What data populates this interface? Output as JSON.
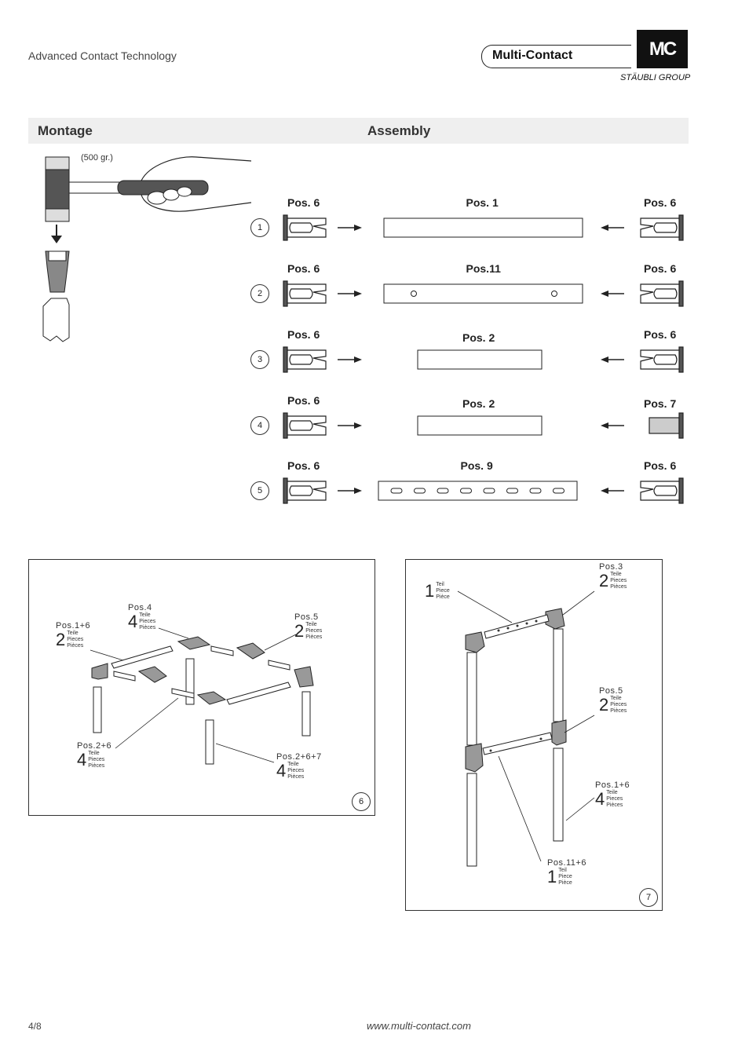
{
  "header": {
    "tagline": "Advanced Contact Technology",
    "brand": "Multi-Contact",
    "logo": "MC",
    "group": "STÄUBLI GROUP"
  },
  "section": {
    "left_title": "Montage",
    "right_title": "Assembly"
  },
  "hammer": {
    "label": "(500 gr.)"
  },
  "assembly_steps": [
    {
      "num": "1",
      "left": "Pos. 6",
      "center": "Pos. 1",
      "right": "Pos. 6"
    },
    {
      "num": "2",
      "left": "Pos. 6",
      "center": "Pos.11",
      "right": "Pos. 6"
    },
    {
      "num": "3",
      "left": "Pos. 6",
      "center": "Pos. 2",
      "right": "Pos. 6"
    },
    {
      "num": "4",
      "left": "Pos. 6",
      "center": "Pos. 2",
      "right": "Pos. 7"
    },
    {
      "num": "5",
      "left": "Pos. 6",
      "center": "Pos. 9",
      "right": "Pos. 6"
    }
  ],
  "figure6": {
    "num": "6",
    "labels": [
      {
        "pos": "Pos.4",
        "n": "4",
        "words": [
          "Teile",
          "Pieces",
          "Pièces"
        ]
      },
      {
        "pos": "Pos.1+6",
        "n": "2",
        "words": [
          "Teile",
          "Pieces",
          "Pièces"
        ]
      },
      {
        "pos": "Pos.5",
        "n": "2",
        "words": [
          "Teile",
          "Pieces",
          "Pièces"
        ]
      },
      {
        "pos": "Pos.2+6",
        "n": "4",
        "words": [
          "Teile",
          "Pieces",
          "Pièces"
        ]
      },
      {
        "pos": "Pos.2+6+7",
        "n": "4",
        "words": [
          "Teile",
          "Pieces",
          "Pièces"
        ]
      }
    ]
  },
  "figure7": {
    "num": "7",
    "labels": [
      {
        "pos": "",
        "n": "1",
        "words": [
          "Teil",
          "Piece",
          "Pièce"
        ]
      },
      {
        "pos": "Pos.3",
        "n": "2",
        "words": [
          "Teile",
          "Pieces",
          "Pièces"
        ]
      },
      {
        "pos": "Pos.5",
        "n": "2",
        "words": [
          "Teile",
          "Pieces",
          "Pièces"
        ]
      },
      {
        "pos": "Pos.1+6",
        "n": "4",
        "words": [
          "Teile",
          "Pieces",
          "Pièces"
        ]
      },
      {
        "pos": "Pos.11+6",
        "n": "1",
        "words": [
          "Teil",
          "Piece",
          "Pièce"
        ]
      }
    ]
  },
  "footer": {
    "page": "4/8",
    "url": "www.multi-contact.com"
  }
}
